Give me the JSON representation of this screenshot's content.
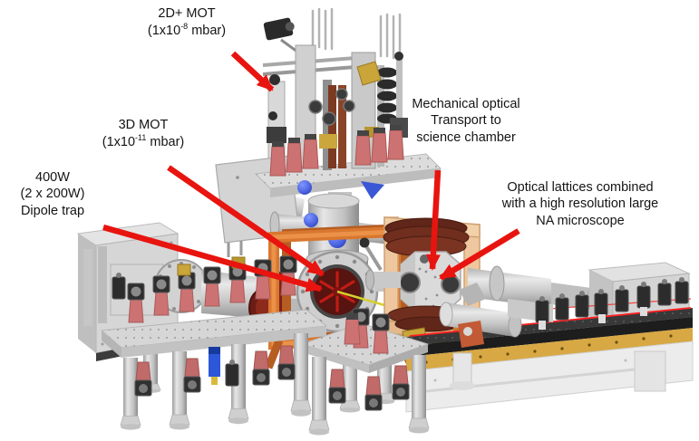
{
  "figure": {
    "kind": "annotated-apparatus-render",
    "background": "#ffffff"
  },
  "colors": {
    "annotation_arrow": "#e8140f",
    "copper_coil_frame": "#d9772f",
    "wood_tan_frame": "#eec79e",
    "coil_brown": "#6f2e1e",
    "post_pink": "#cd7272",
    "gold_optics": "#c9a53a",
    "viewport_blue": "#4a63e0",
    "laser_beam_red": "#ff2020",
    "beam_yellow": "#d6cf2e",
    "metal_gray": "#d6d6d6"
  },
  "annotations": [
    {
      "id": "mot2d",
      "lines": [
        {
          "pre": "2D+ MOT"
        },
        {
          "pre": "(1x10",
          "sup": "-8",
          "post": " mbar)"
        }
      ]
    },
    {
      "id": "mot3d",
      "lines": [
        {
          "pre": "3D MOT"
        },
        {
          "pre": "(1x10",
          "sup": "-11",
          "post": " mbar)"
        }
      ]
    },
    {
      "id": "dipole",
      "lines": [
        {
          "pre": "400W"
        },
        {
          "pre": "(2 x 200W)"
        },
        {
          "pre": "Dipole trap"
        }
      ]
    },
    {
      "id": "transport",
      "lines": [
        {
          "pre": "Mechanical optical"
        },
        {
          "pre": "Transport to"
        },
        {
          "pre": "science chamber"
        }
      ]
    },
    {
      "id": "lattice",
      "lines": [
        {
          "pre": "Optical lattices combined"
        },
        {
          "pre": "with a high resolution large"
        },
        {
          "pre": "NA microscope"
        }
      ]
    }
  ]
}
